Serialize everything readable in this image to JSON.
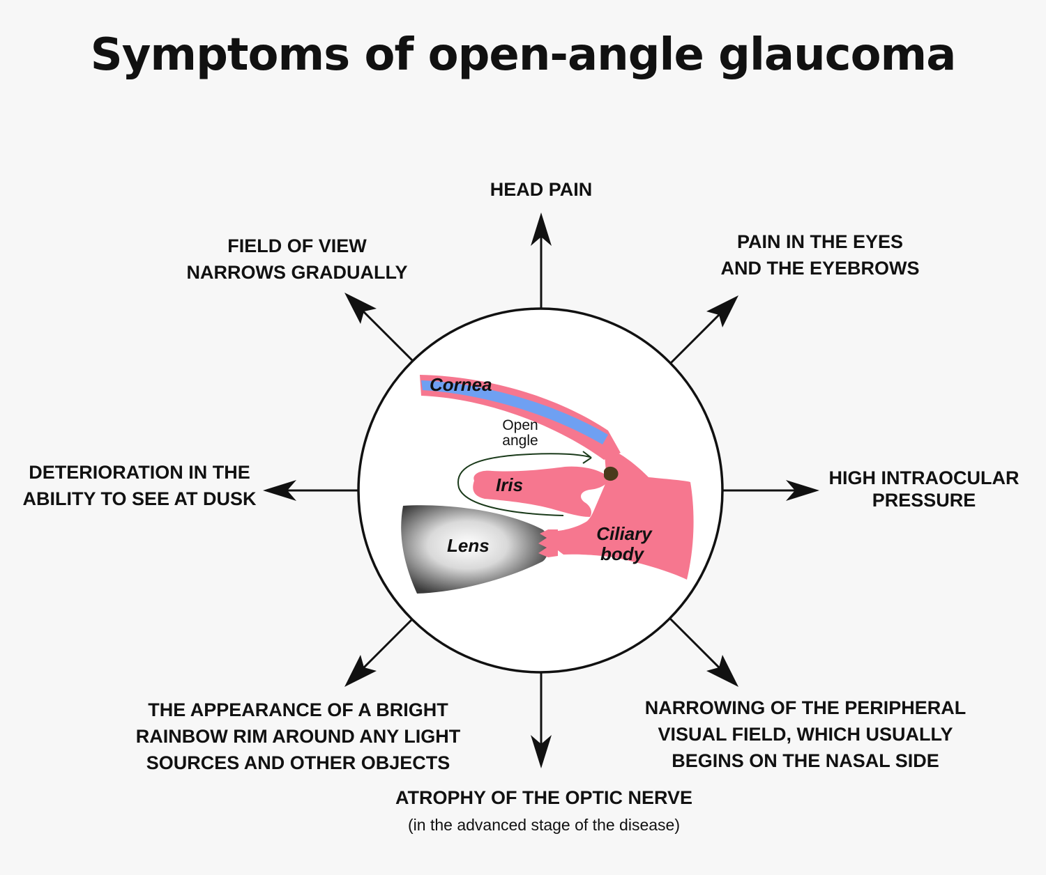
{
  "title": "Symptoms of open-angle glaucoma",
  "anatomy": {
    "cornea": "Cornea",
    "open_angle": [
      "Open",
      "angle"
    ],
    "iris": "Iris",
    "lens": "Lens",
    "ciliary_body": [
      "Ciliary",
      "body"
    ]
  },
  "symptoms": {
    "head_pain": [
      "HEAD PAIN"
    ],
    "field_of_view": [
      "FIELD OF VIEW",
      "NARROWS GRADUALLY"
    ],
    "pain_eyes": [
      "PAIN IN THE EYES",
      "AND THE EYEBROWS"
    ],
    "dusk": [
      "DETERIORATION IN THE",
      "ABILITY TO SEE AT DUSK"
    ],
    "pressure": [
      "HIGH INTRAOCULAR",
      "PRESSURE"
    ],
    "rainbow": [
      "THE APPEARANCE OF A BRIGHT",
      "RAINBOW RIM AROUND ANY LIGHT",
      "SOURCES AND OTHER OBJECTS"
    ],
    "peripheral": [
      "NARROWING OF THE PERIPHERAL",
      "VISUAL FIELD, WHICH USUALLY",
      "BEGINS ON THE NASAL SIDE"
    ],
    "optic_nerve": [
      "ATROPHY OF THE OPTIC NERVE"
    ],
    "optic_nerve_note": "(in the advanced stage of the disease)"
  },
  "colors": {
    "background": "#f7f7f7",
    "tissue_pink": "#f6778f",
    "cornea_blue": "#6fa0f2",
    "text": "#111111"
  }
}
